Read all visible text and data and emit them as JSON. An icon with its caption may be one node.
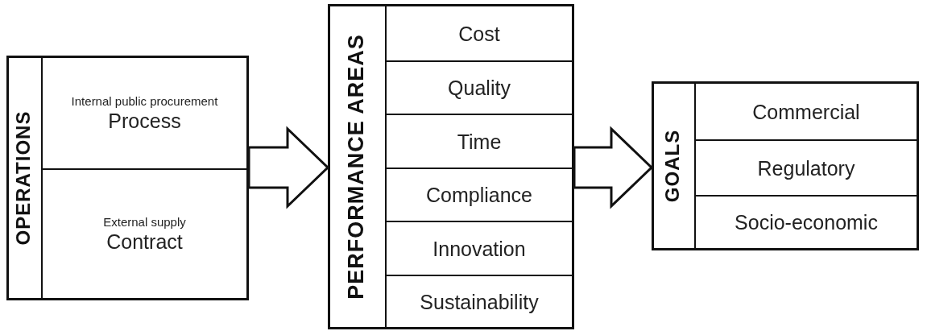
{
  "diagram": {
    "nodes": [
      {
        "text": [
          "OPERATIONS"
        ]
      },
      {
        "text": [
          "Internal public procurement",
          "Process"
        ],
        "in": 0
      },
      {
        "text": [
          "External supply",
          "Contract"
        ],
        "in": 0
      },
      {
        "text": [
          "PERFORMANCE AREAS"
        ]
      },
      {
        "text": [
          "Cost"
        ],
        "in": 3
      },
      {
        "text": [
          "Quality"
        ],
        "in": 3
      },
      {
        "text": [
          "Time"
        ],
        "in": 3
      },
      {
        "text": [
          "Compliance"
        ],
        "in": 3
      },
      {
        "text": [
          "Innovation"
        ],
        "in": 3
      },
      {
        "text": [
          "Sustainability"
        ],
        "in": 3
      },
      {
        "text": [
          "GOALS"
        ]
      },
      {
        "text": [
          "Commercial"
        ],
        "in": 10
      },
      {
        "text": [
          "Regulatory"
        ],
        "in": 10
      },
      {
        "text": [
          "Socio-economic"
        ],
        "in": 10
      }
    ],
    "edges": [
      {
        "from": 0,
        "to": 3,
        "arrow": "to"
      },
      {
        "from": 3,
        "to": 10,
        "arrow": "to"
      }
    ]
  }
}
